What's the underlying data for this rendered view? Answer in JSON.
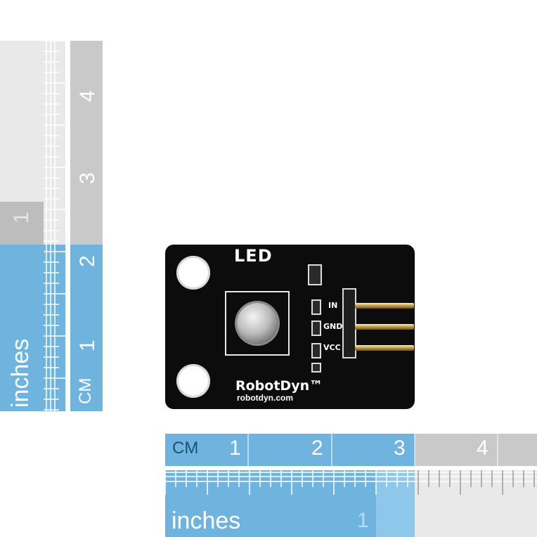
{
  "left_ruler": {
    "inches_label": "inches",
    "cm_label": "CM",
    "inch_numbers": [
      "1"
    ],
    "cm_numbers": [
      "1",
      "2",
      "3",
      "4"
    ]
  },
  "bottom_ruler": {
    "cm_label": "CM",
    "inches_label": "inches",
    "cm_numbers": [
      "1",
      "2",
      "3",
      "4"
    ],
    "inch_numbers": [
      "1"
    ]
  },
  "board": {
    "title": "LED",
    "pins": [
      "IN",
      "GND",
      "VCC"
    ],
    "brand": "RobotDyn™",
    "website": "robotdyn.com"
  },
  "colors": {
    "ruler_blue": "#6fb4de",
    "ruler_gray": "#c9c9c9",
    "board_black": "#0c0c0c"
  }
}
